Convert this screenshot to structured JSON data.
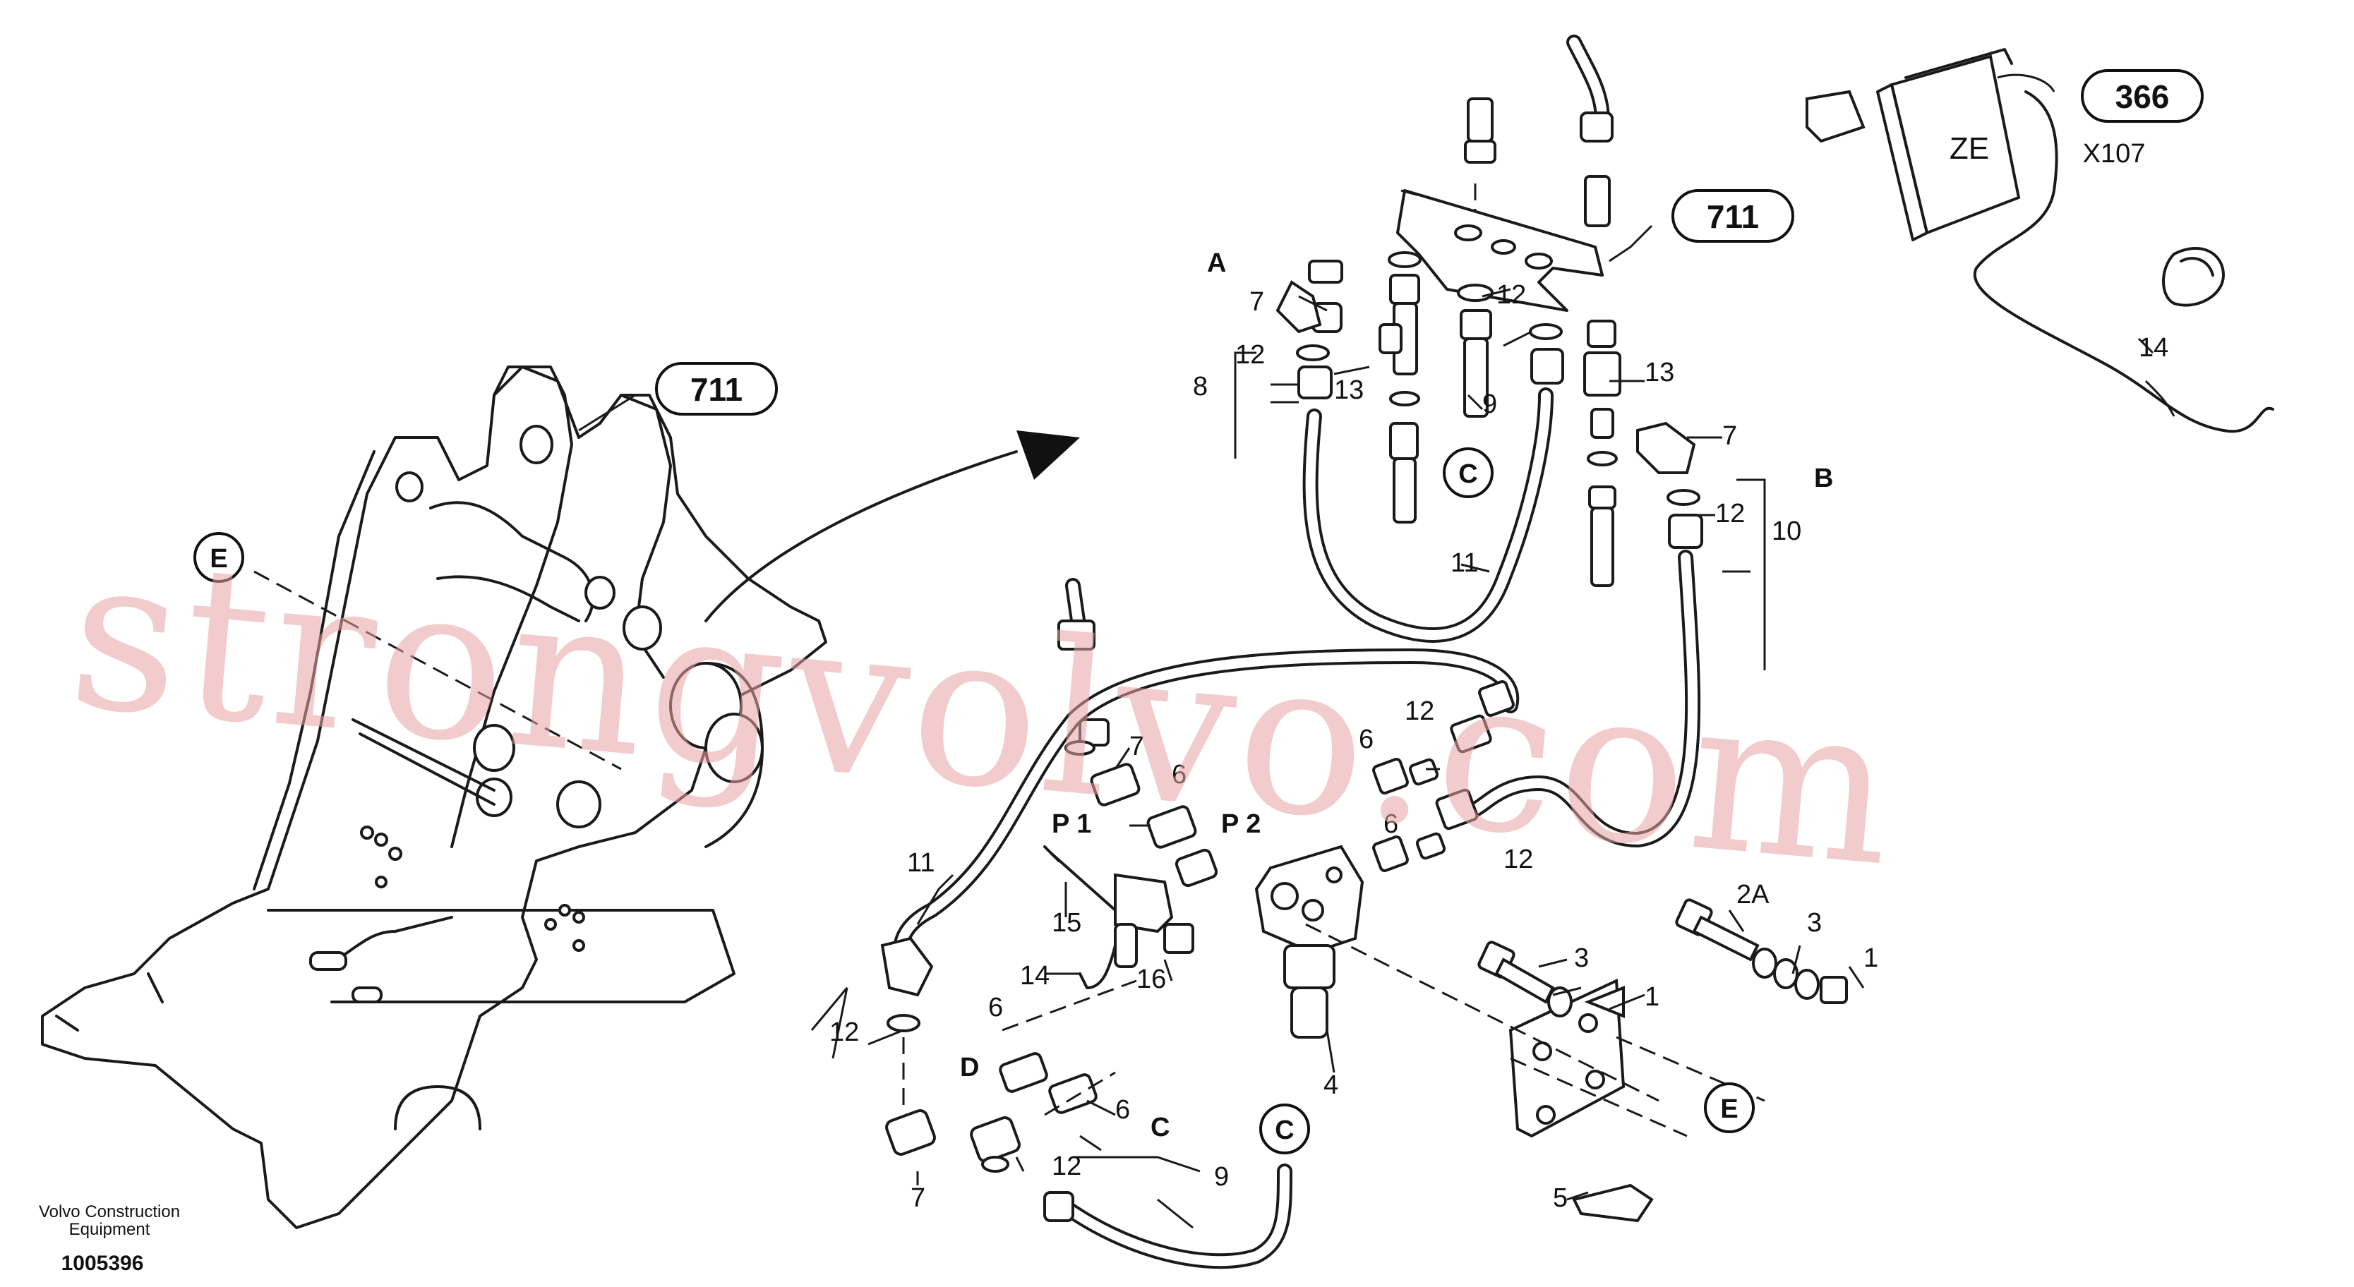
{
  "callouts": {
    "frame_ref": "711",
    "plate_ref": "711",
    "ecu_ref": "366"
  },
  "circle_refs": {
    "E_left": "E",
    "E_right": "E",
    "C_top": "C",
    "C_bottom": "C"
  },
  "ecu": {
    "label": "ZE",
    "connector": "X107"
  },
  "port_letters": {
    "A": "A",
    "B": "B",
    "C": "C",
    "D": "D",
    "P1": "P 1",
    "P2": "P 2"
  },
  "part_labels": {
    "p7a": "7",
    "p12a": "12",
    "p8": "8",
    "p13a": "13",
    "p9a": "9",
    "p12b": "12",
    "p13b": "13",
    "p7b": "7",
    "p12c": "12",
    "p10": "10",
    "p11a": "11",
    "p14a": "14",
    "p12d": "12",
    "p6a": "6",
    "p7c": "7",
    "p6b": "6",
    "p6c": "6",
    "p12e": "12",
    "p15": "15",
    "p14b": "14",
    "p16": "16",
    "p4": "4",
    "p2a": "2A",
    "p3a": "3",
    "p1": "1",
    "p3b": "3",
    "p1b": "1",
    "p11b": "11",
    "p12f": "12",
    "p6d": "6",
    "p6e": "6",
    "p7d": "7",
    "p12g": "12",
    "p9b": "9",
    "p5": "5"
  },
  "footer": {
    "brand_line1": "Volvo Construction",
    "brand_line2": "Equipment",
    "drawing_number": "1005396"
  },
  "watermark": "strongvolvo.com"
}
